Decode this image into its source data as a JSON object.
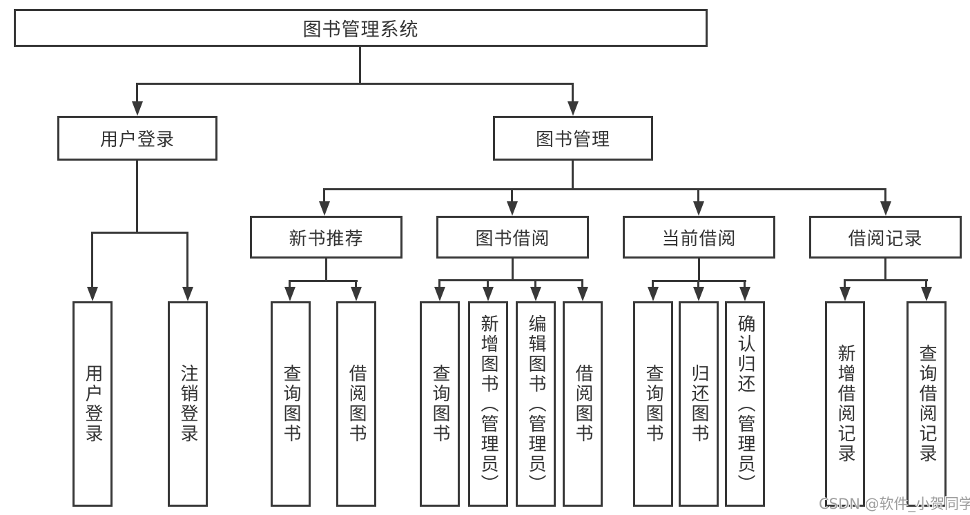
{
  "diagram": {
    "root": {
      "label": "图书管理系统"
    },
    "level1": [
      {
        "label": "用户登录"
      },
      {
        "label": "图书管理"
      }
    ],
    "level2": [
      {
        "label": "新书推荐"
      },
      {
        "label": "图书借阅"
      },
      {
        "label": "当前借阅"
      },
      {
        "label": "借阅记录"
      }
    ],
    "leaves": [
      {
        "label": "用户登录"
      },
      {
        "label": "注销登录"
      },
      {
        "label": "查询图书"
      },
      {
        "label": "借阅图书"
      },
      {
        "label": "查询图书"
      },
      {
        "label": "新增图书（管理员）"
      },
      {
        "label": "编辑图书（管理员）"
      },
      {
        "label": "借阅图书"
      },
      {
        "label": "查询图书"
      },
      {
        "label": "归还图书"
      },
      {
        "label": "确认归还（管理员）"
      },
      {
        "label": "新增借阅记录"
      },
      {
        "label": "查询借阅记录"
      }
    ],
    "watermark": "CSDN @软件_小贺同学",
    "colors": {
      "line": "#383838",
      "text": "#333333",
      "watermark": "#9d9d9d",
      "background": "#ffffff"
    }
  }
}
